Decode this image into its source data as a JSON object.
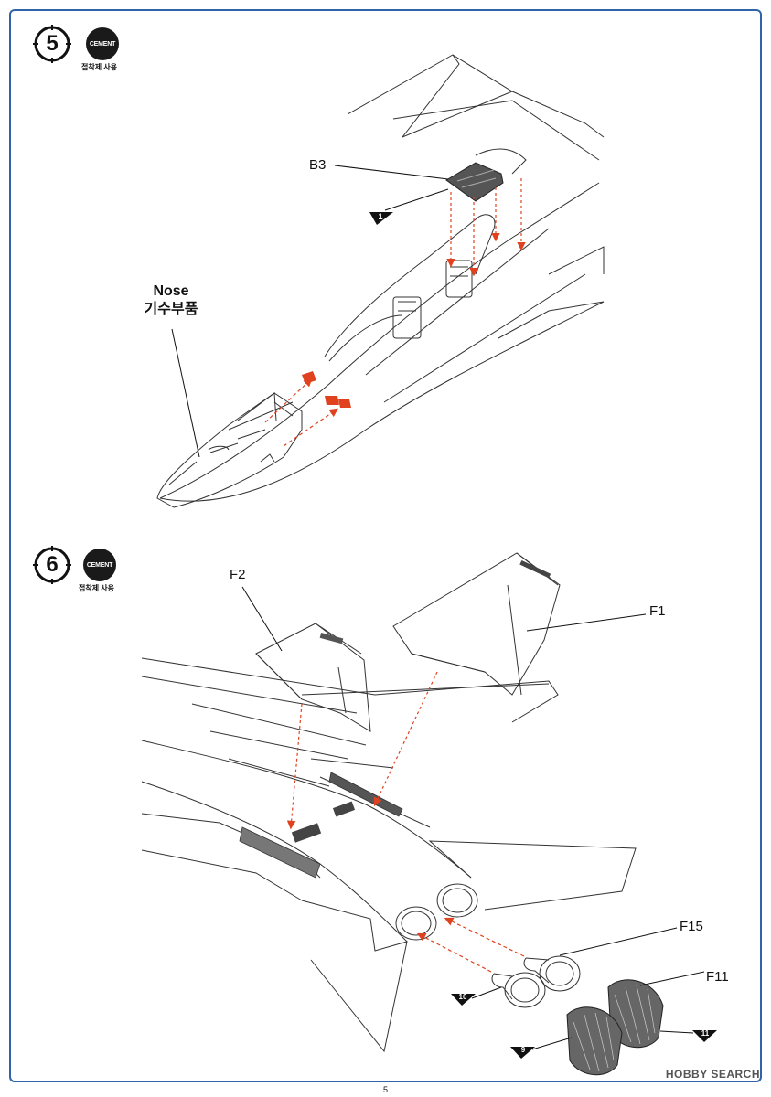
{
  "page": {
    "number": "5",
    "watermark": "HOBBY SEARCH"
  },
  "steps": [
    {
      "number": "5",
      "cement_label": "CEMENT",
      "cement_sub": "접착제 사용"
    },
    {
      "number": "6",
      "cement_label": "CEMENT",
      "cement_sub": "접착제 사용"
    }
  ],
  "step5": {
    "part_b3": "B3",
    "sub_marker": "1",
    "nose_en": "Nose",
    "nose_ko": "기수부품"
  },
  "step6": {
    "part_f2": "F2",
    "part_f1": "F1",
    "part_f15": "F15",
    "part_f11": "F11",
    "marker_10": "10",
    "marker_9": "9",
    "marker_11": "11"
  },
  "colors": {
    "frame": "#2f64a8",
    "arrow": "#e0421f",
    "part_fill": "#555555"
  }
}
